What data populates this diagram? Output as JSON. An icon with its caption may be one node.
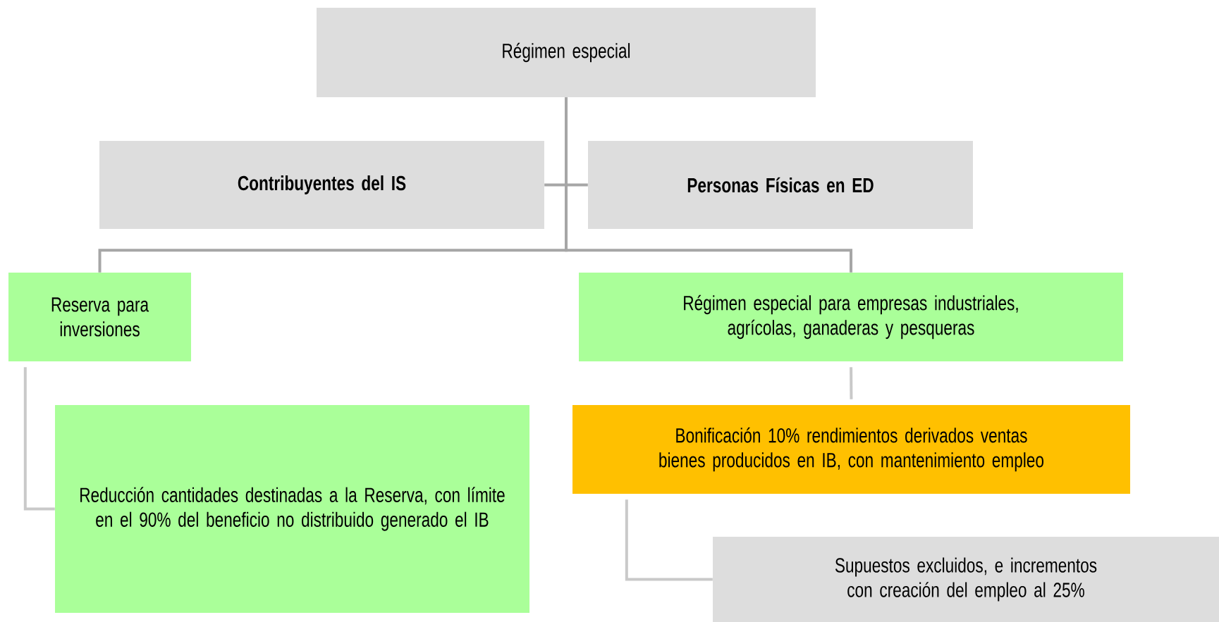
{
  "diagram": {
    "nodes": [
      {
        "text": [
          "Régimen especial"
        ]
      },
      {
        "text": [
          "Contribuyentes del IS"
        ]
      },
      {
        "text": [
          "Personas Físicas en ED"
        ]
      },
      {
        "text": [
          "Reserva para inversiones"
        ]
      },
      {
        "text": [
          "Régimen especial para empresas industriales, agrícolas, ganaderas y pesqueras"
        ]
      },
      {
        "text": [
          "Reducción cantidades destinadas a la Reserva, con límite en el 90% del beneficio no distribuido generado el IB"
        ]
      },
      {
        "text": [
          "Bonificación 10% rendimientos derivados ventas bienes producidos en IB, con mantenimiento empleo"
        ]
      },
      {
        "text": [
          "Supuestos excluidos, e incrementos con creación del empleo al 25%"
        ]
      }
    ],
    "edges": [
      {
        "from": 0,
        "to": 3,
        "arrow": "none",
        "color": "#a6a6a6"
      },
      {
        "from": 0,
        "to": 4,
        "arrow": "none",
        "color": "#a6a6a6"
      },
      {
        "from": 1,
        "to": 2,
        "arrow": "none",
        "color": "#a6a6a6"
      },
      {
        "from": 3,
        "to": 5,
        "arrow": "none",
        "color": "#c9c9c9"
      },
      {
        "from": 4,
        "to": 6,
        "arrow": "none",
        "color": "#c9c9c9"
      },
      {
        "from": 6,
        "to": 7,
        "arrow": "none",
        "color": "#c9c9c9"
      }
    ]
  }
}
